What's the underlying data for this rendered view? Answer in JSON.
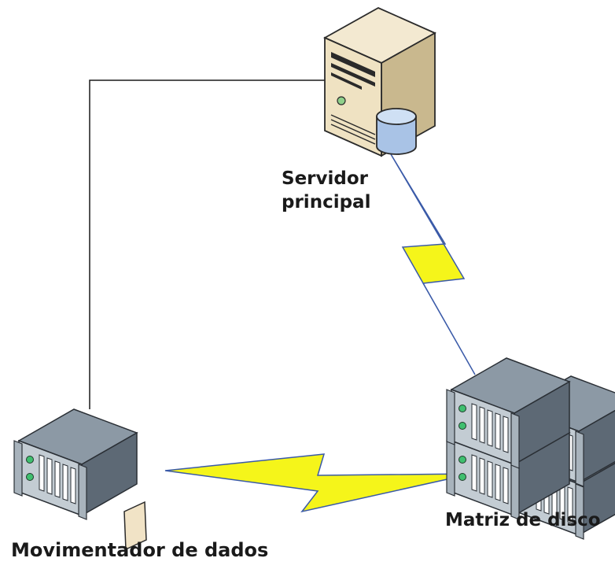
{
  "nodes": {
    "server": {
      "label_line1": "Servidor",
      "label_line2": "principal",
      "icon": "tower-server-with-database-icon"
    },
    "data_mover": {
      "label": "Movimentador de dados",
      "icon": "rack-server-with-tape-icon"
    },
    "disk_array": {
      "label": "Matriz de disco",
      "icon": "rack-server-stack-icon"
    }
  },
  "links": [
    {
      "from": "server",
      "to": "data_mover",
      "kind": "wired-line"
    },
    {
      "from": "server",
      "to": "disk_array",
      "kind": "lightning-link"
    },
    {
      "from": "data_mover",
      "to": "disk_array",
      "kind": "lightning-link"
    }
  ],
  "colors": {
    "line": "#1a1a1a",
    "lightning_fill": "#f5f51a",
    "lightning_edge": "#3a5aa8",
    "server_body": "#efe2c2",
    "server_shadow": "#c9b88e",
    "rack_top": "#8a97a3",
    "rack_front": "#b8c3cc",
    "rack_side": "#5f6c78",
    "database": "#a9c3e6"
  }
}
